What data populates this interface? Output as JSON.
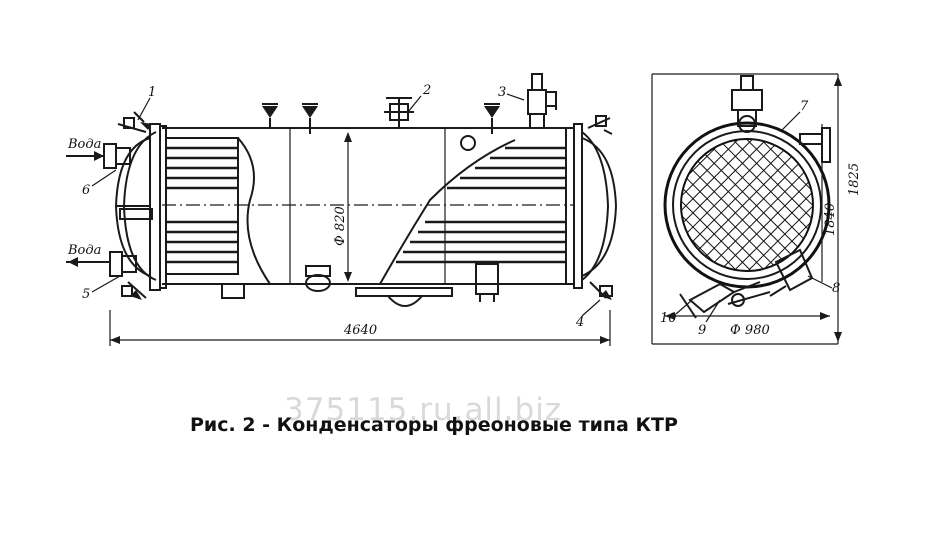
{
  "figure": {
    "caption": "Рис. 2 - Конденсаторы фреоновые типа КТР",
    "watermark": "375115.ru.all.biz"
  },
  "side_view": {
    "labels": {
      "water_in": "Вода",
      "water_out": "Вода",
      "n1": "1",
      "n2": "2",
      "n3": "3",
      "n4": "4",
      "n5": "5",
      "n6": "6"
    },
    "dim_length": "4640",
    "dim_diameter": "Ф 820"
  },
  "end_view": {
    "labels": {
      "n7": "7",
      "n8": "8",
      "n9": "9",
      "n10": "10"
    },
    "dim_height_total": "1840",
    "dim_height_inner": "1825",
    "dim_width": "Ф 980"
  }
}
